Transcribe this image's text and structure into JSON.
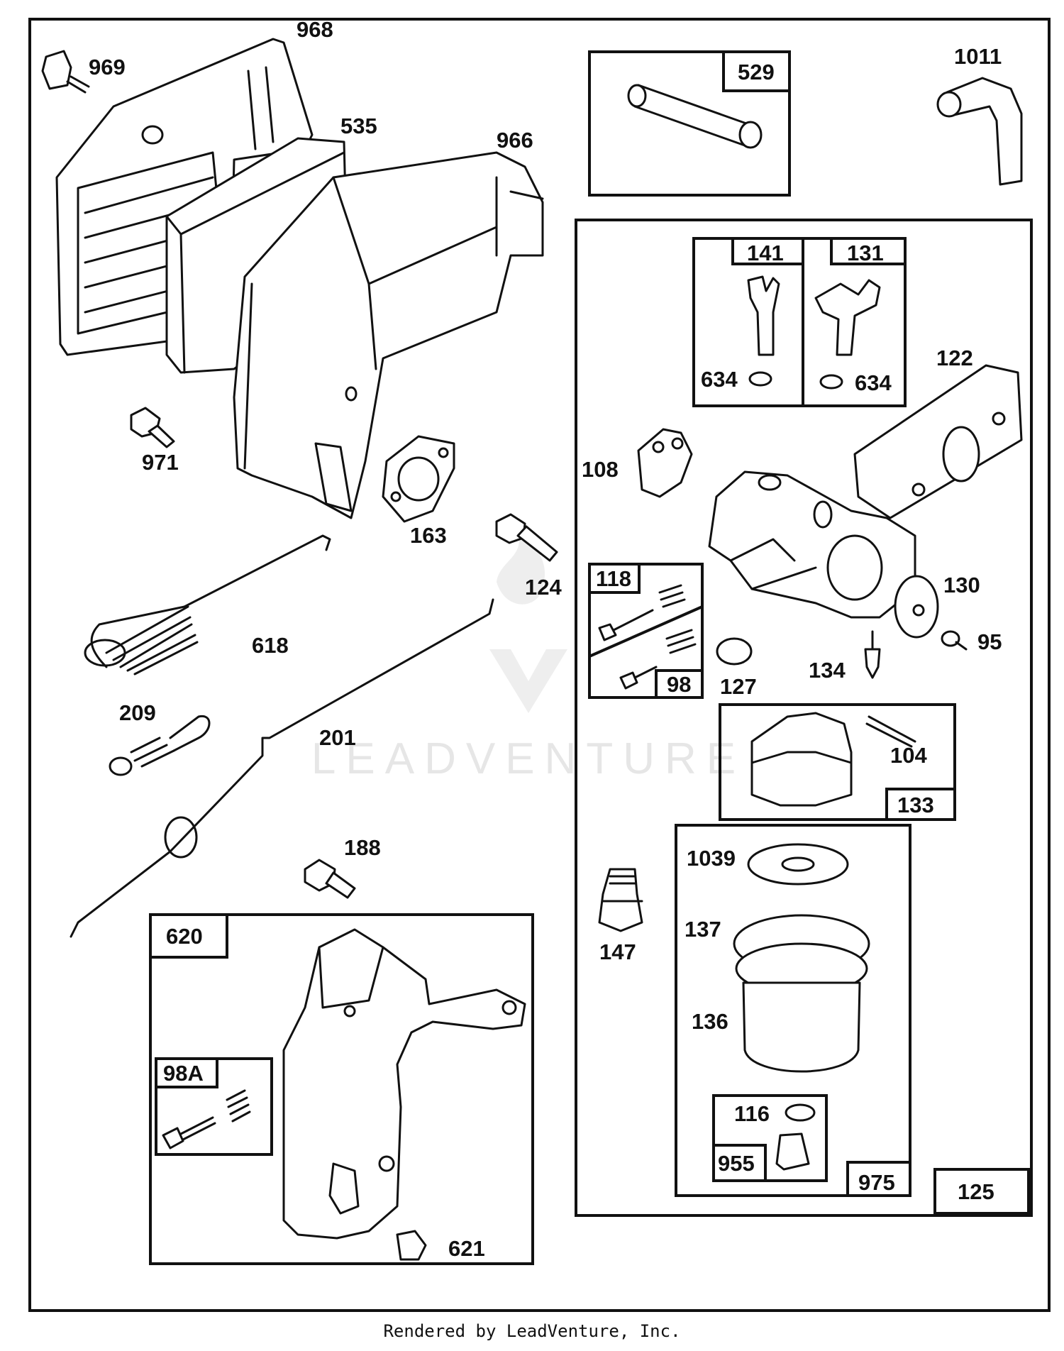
{
  "watermark": "LEADVENTURE",
  "footer": "Rendered by LeadVenture, Inc.",
  "labels": {
    "p968": "968",
    "p969": "969",
    "p535": "535",
    "p966": "966",
    "p971": "971",
    "p163": "163",
    "p124": "124",
    "p618": "618",
    "p209": "209",
    "p201": "201",
    "p188": "188",
    "p621": "621",
    "p1011": "1011",
    "p634a": "634",
    "p634b": "634",
    "p122": "122",
    "p108": "108",
    "p130": "130",
    "p95": "95",
    "p134": "134",
    "p127": "127",
    "p104": "104",
    "p147": "147",
    "p1039": "1039",
    "p137": "137",
    "p136": "136",
    "p116": "116"
  },
  "boxes": {
    "b529": "529",
    "b141": "141",
    "b131": "131",
    "b118": "118",
    "b98": "98",
    "b133": "133",
    "b620": "620",
    "b98a": "98A",
    "b955": "955",
    "b975": "975",
    "b125": "125"
  }
}
